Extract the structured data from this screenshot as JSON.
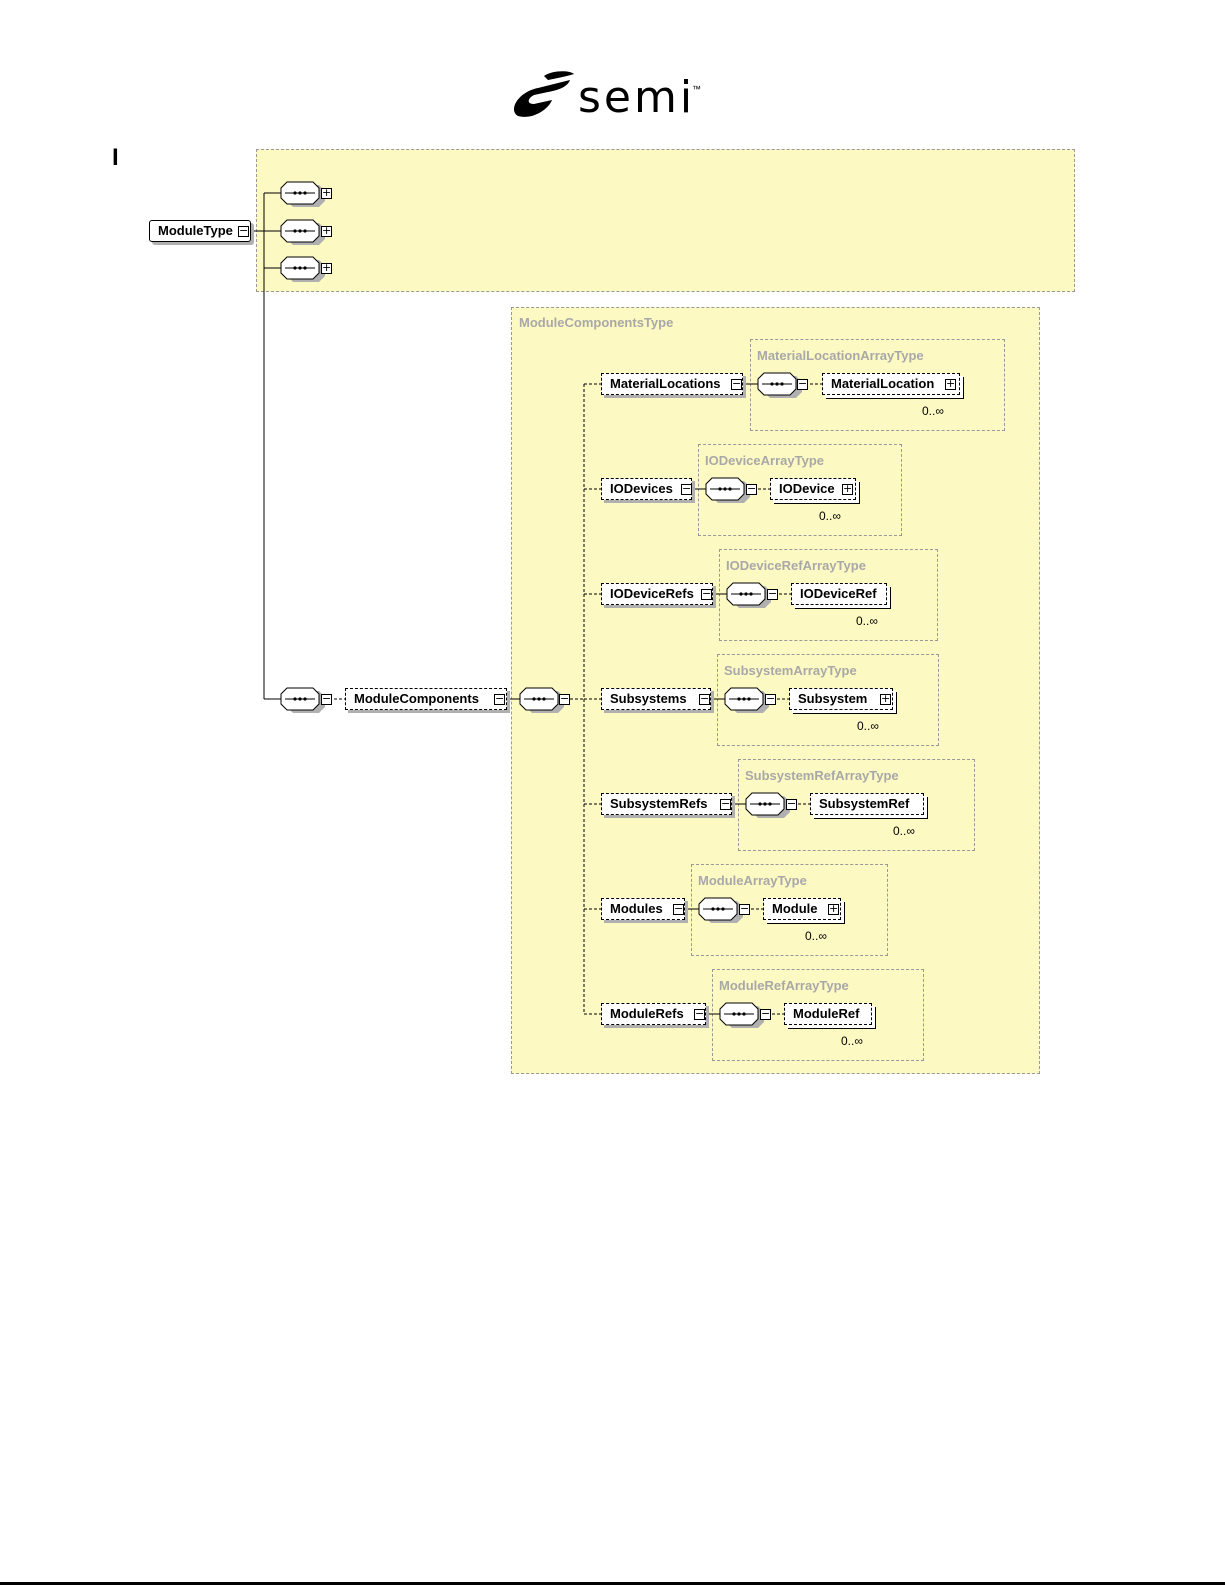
{
  "logo": {
    "wordmark": "semi",
    "trademark": "™"
  },
  "margin_mark": "I",
  "root": {
    "label": "ModuleType"
  },
  "module_components": {
    "label": "ModuleComponents",
    "type_label": "ModuleComponentsType"
  },
  "children": [
    {
      "label": "MaterialLocations",
      "type_label": "MaterialLocationArrayType",
      "item_label": "MaterialLocation",
      "cardinality": "0..∞"
    },
    {
      "label": "IODevices",
      "type_label": "IODeviceArrayType",
      "item_label": "IODevice",
      "cardinality": "0..∞"
    },
    {
      "label": "IODeviceRefs",
      "type_label": "IODeviceRefArrayType",
      "item_label": "IODeviceRef",
      "cardinality": "0..∞"
    },
    {
      "label": "Subsystems",
      "type_label": "SubsystemArrayType",
      "item_label": "Subsystem",
      "cardinality": "0..∞"
    },
    {
      "label": "SubsystemRefs",
      "type_label": "SubsystemRefArrayType",
      "item_label": "SubsystemRef",
      "cardinality": "0..∞"
    },
    {
      "label": "Modules",
      "type_label": "ModuleArrayType",
      "item_label": "Module",
      "cardinality": "0..∞"
    },
    {
      "label": "ModuleRefs",
      "type_label": "ModuleRefArrayType",
      "item_label": "ModuleRef",
      "cardinality": "0..∞"
    }
  ],
  "colors": {
    "group_fill": "#fdf9c3",
    "group_border": "#999999",
    "type_label": "#a8a8a8"
  }
}
